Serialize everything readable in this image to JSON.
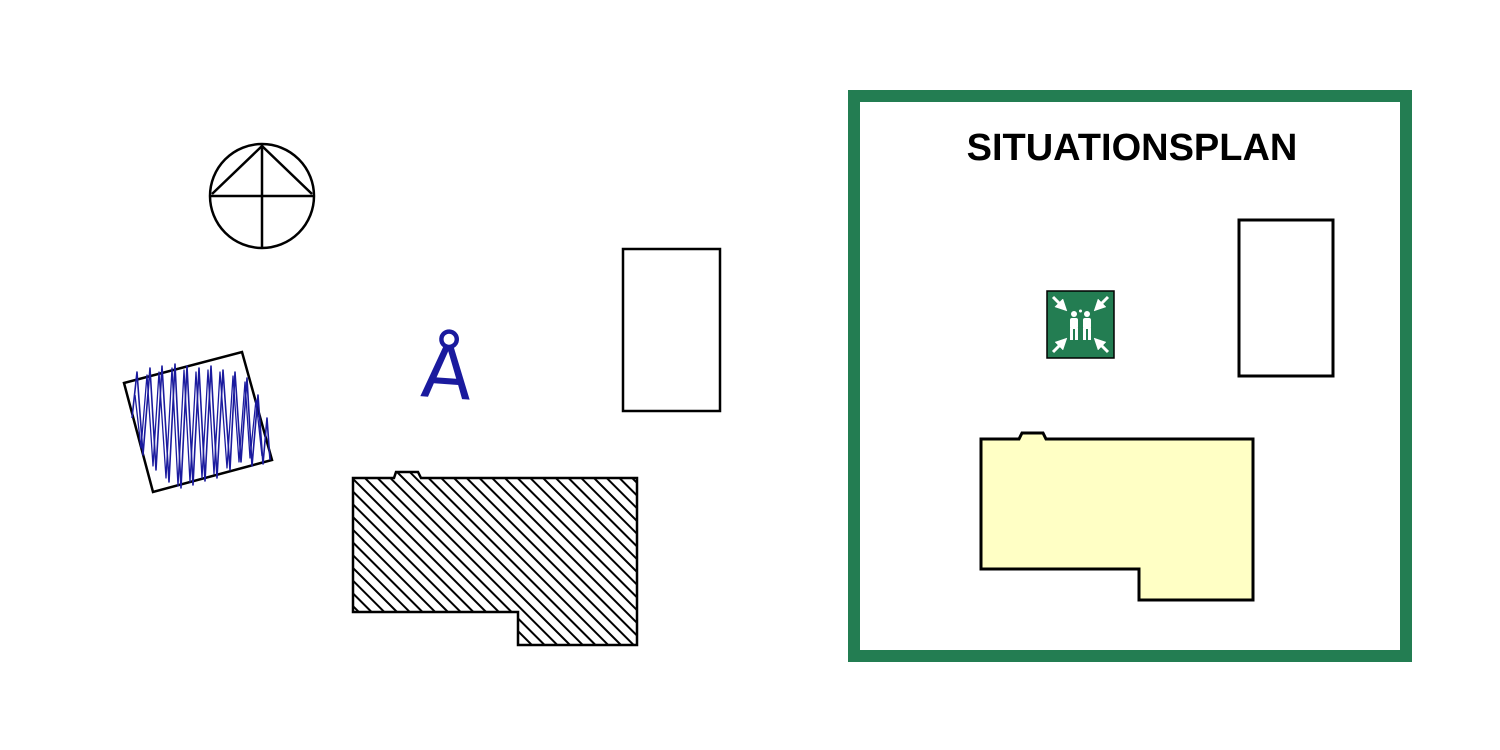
{
  "colors": {
    "frame": "#237d52",
    "sign_background": "#237d52",
    "sign_symbol": "#ffffff",
    "building_fill": "#ffffc5",
    "scribble": "#1a1a9e",
    "outline": "#000000",
    "background": "#ffffff"
  },
  "sketch": {
    "handwritten_letter": "Å",
    "north_symbol_icon": "compass-cross-icon",
    "scribbled_square_fill": "blue-scribble",
    "main_building_fill": "diagonal-hatch",
    "small_building_fill": "none"
  },
  "plan": {
    "title": "SITUATIONSPLAN",
    "assembly_point_icon": "assembly-point-icon",
    "main_building_fill": "light-yellow",
    "small_building_fill": "none"
  }
}
